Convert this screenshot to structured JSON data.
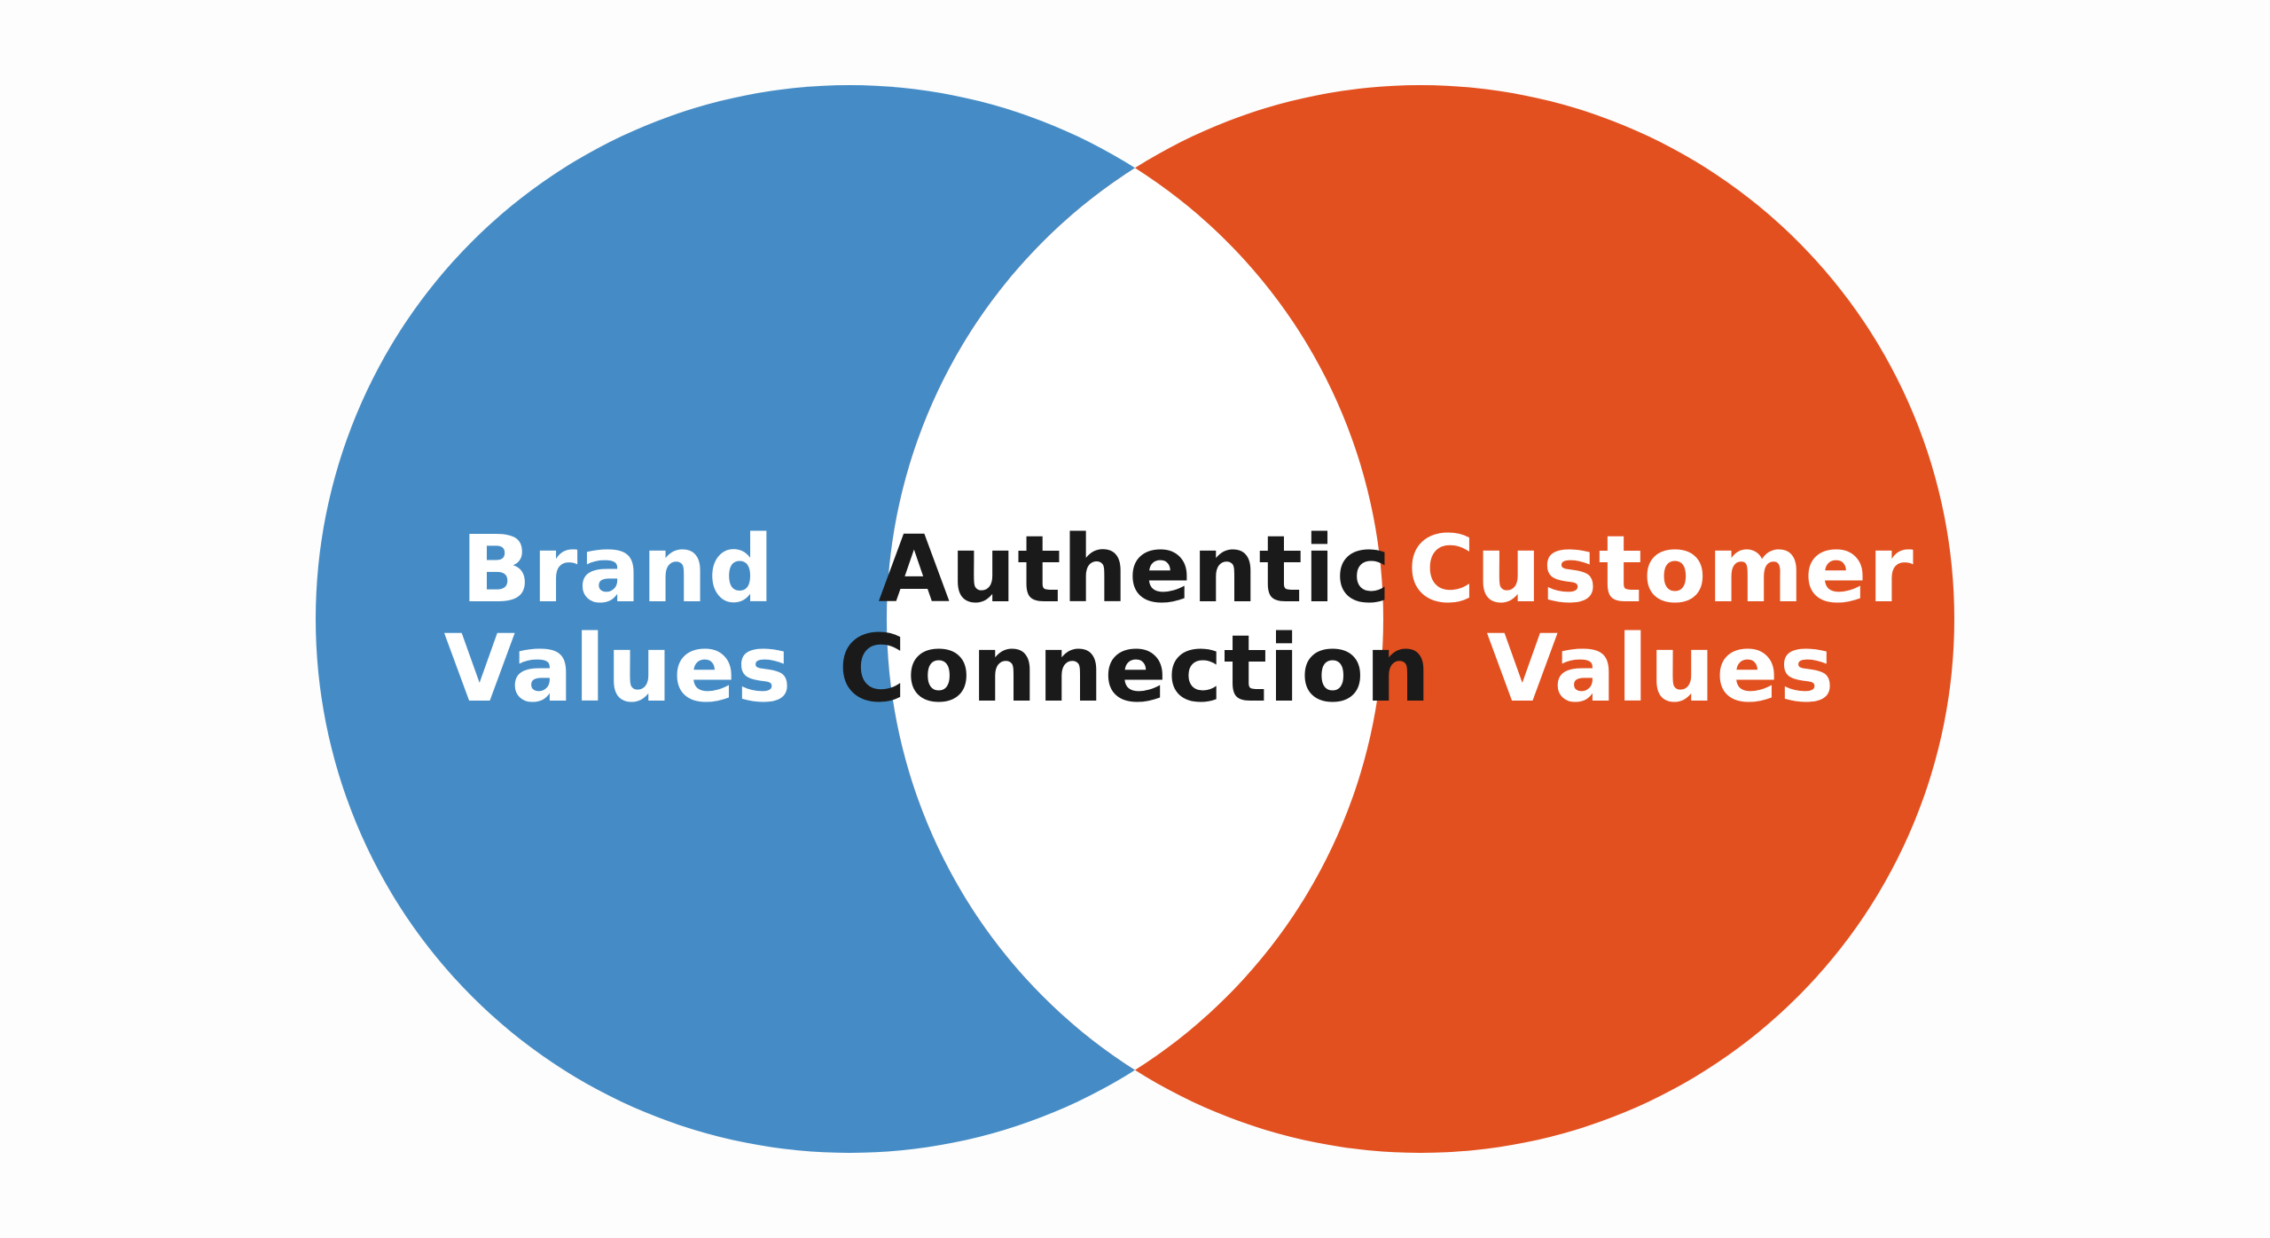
{
  "diagram": {
    "type": "venn",
    "colors": {
      "background": "#fdfdfd",
      "left_circle": "#458cc6",
      "right_circle": "#e2501f",
      "intersection": "#ffffff",
      "left_text": "#ffffff",
      "center_text": "#1a1a1a",
      "right_text": "#ffffff"
    },
    "left": {
      "line1": "Brand",
      "line2": "Values"
    },
    "center": {
      "line1": "Authentic",
      "line2": "Connection"
    },
    "right": {
      "line1": "Customer",
      "line2": "Values"
    }
  }
}
